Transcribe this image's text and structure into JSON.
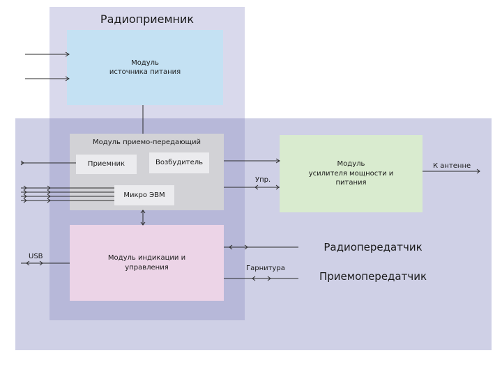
{
  "colors": {
    "transceiver_region": "#cfd0e6",
    "receiver_region": "#d9d9ec",
    "overlap_region": "#b7b8d9",
    "power_module": "#c4e1f3",
    "txrx_module": "#d2d2d6",
    "submodule": "#ebebee",
    "amplifier_module": "#d9ebcf",
    "indication_module": "#ecd4e7",
    "line": "#2a2a2a"
  },
  "regions": {
    "receiver_title": "Радиоприемник",
    "transmitter_title": "Радиопередатчик",
    "transceiver_title": "Приемопередатчик"
  },
  "modules": {
    "power": "Модуль\nисточника питания",
    "txrx": "Модуль приемо-передающий",
    "receiver": "Приемник",
    "exciter": "Возбудитель",
    "microcomputer": "Микро ЭВМ",
    "amplifier": "Модуль\nусилителя мощности и\nпитания",
    "indication": "Модуль индикации и\nуправления"
  },
  "labels": {
    "control": "Упр.",
    "to_antenna": "К антенне",
    "usb": "USB",
    "headset": "Гарнитура"
  }
}
